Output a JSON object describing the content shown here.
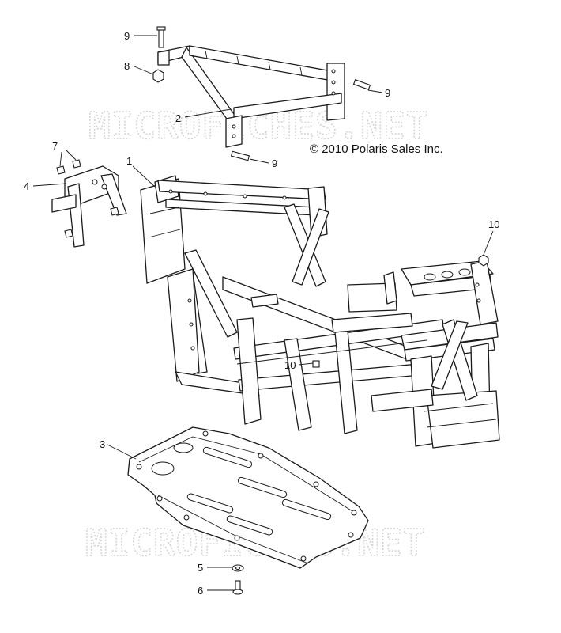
{
  "diagram": {
    "copyright": "© 2010 Polaris Sales Inc.",
    "watermarks": [
      "MICROFICHES.NET",
      "MICROFICHES.NET"
    ],
    "callouts": {
      "bolt_top": "9",
      "nut_top": "8",
      "bolt_right": "9",
      "brace": "2",
      "bolt_mid": "9",
      "screws": "7",
      "main_frame": "1",
      "bracket": "4",
      "nut_right": "10",
      "nut_center": "10",
      "skid_plate": "3",
      "washer": "5",
      "fastener": "6"
    }
  }
}
